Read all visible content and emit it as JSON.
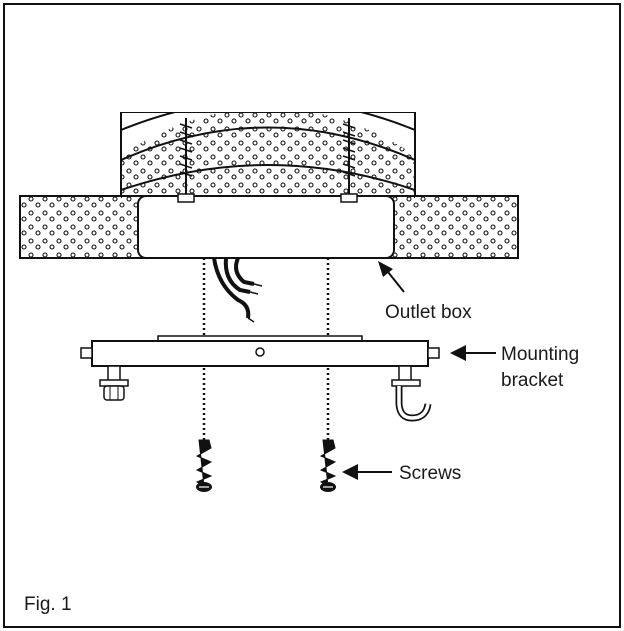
{
  "figure": {
    "caption": "Fig. 1",
    "labels": {
      "outlet_box": "Outlet box",
      "mounting_line1": "Mounting",
      "mounting_line2": "bracket",
      "screws": "Screws"
    }
  }
}
